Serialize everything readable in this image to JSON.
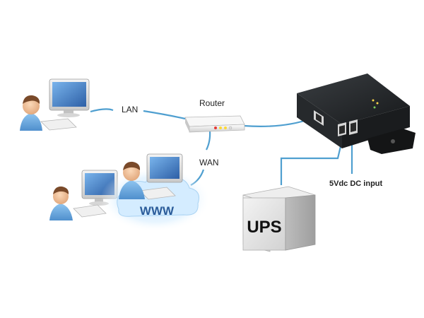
{
  "labels": {
    "lan": "LAN",
    "router": "Router",
    "wan": "WAN",
    "www": "WWW",
    "ups": "UPS",
    "power_input": "5Vdc DC input"
  },
  "colors": {
    "cable": "#4f9fd0",
    "device_body": "#1e2124",
    "cloud": "#d4ecff",
    "screen": "#4a86c8",
    "ups_body": "#e2e2e2",
    "www_text": "#2b5c9a"
  },
  "icons": [
    "user-icon",
    "computer-icon",
    "router-icon",
    "cloud-icon",
    "ups-box-icon",
    "network-device-icon"
  ]
}
